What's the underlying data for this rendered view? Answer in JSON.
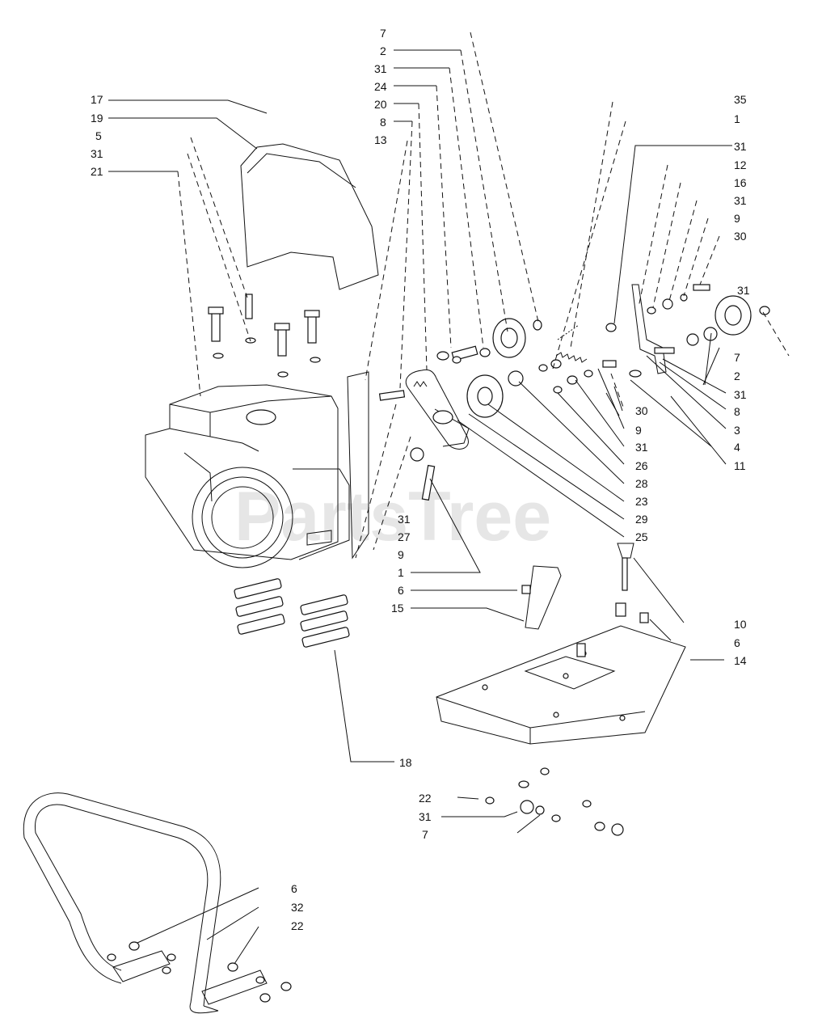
{
  "watermark": "PartsTree",
  "callouts_top_center": [
    "7",
    "2",
    "31",
    "24",
    "20",
    "8",
    "13"
  ],
  "callouts_top_left": [
    "17",
    "19",
    "5",
    "31",
    "21"
  ],
  "callouts_top_right": [
    "35",
    "1",
    "31",
    "12",
    "16",
    "31",
    "9",
    "30",
    "31"
  ],
  "callouts_right_column": [
    "7",
    "2",
    "31",
    "8",
    "3",
    "4",
    "11"
  ],
  "callouts_middle": [
    "30",
    "9",
    "31",
    "26",
    "28",
    "23",
    "29",
    "25"
  ],
  "callouts_center_left": [
    "31",
    "27",
    "9",
    "1",
    "6",
    "15"
  ],
  "callouts_base_plate": [
    "10",
    "6",
    "14"
  ],
  "callouts_shims": [
    "18"
  ],
  "callouts_bottom_center": [
    "22",
    "31",
    "7"
  ],
  "callouts_handle": [
    "6",
    "32",
    "22"
  ]
}
